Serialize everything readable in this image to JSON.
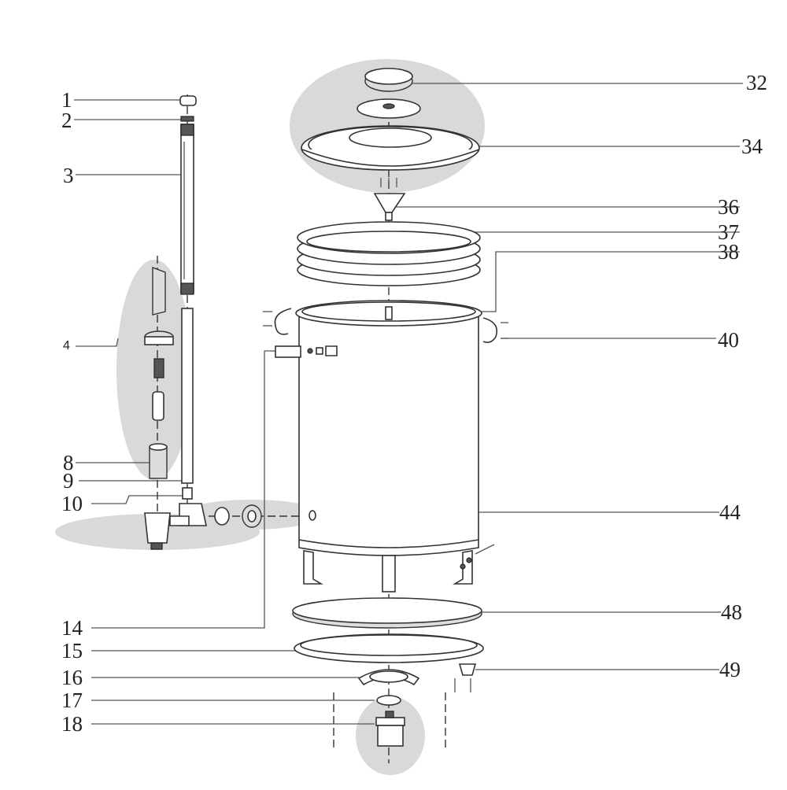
{
  "callouts": [
    {
      "id": "c1",
      "text": "1"
    },
    {
      "id": "c2",
      "text": "2"
    },
    {
      "id": "c3",
      "text": "3"
    },
    {
      "id": "c4",
      "text": "4"
    },
    {
      "id": "c8",
      "text": "8"
    },
    {
      "id": "c9",
      "text": "9"
    },
    {
      "id": "c10",
      "text": "10"
    },
    {
      "id": "c14",
      "text": "14"
    },
    {
      "id": "c15",
      "text": "15"
    },
    {
      "id": "c16",
      "text": "16"
    },
    {
      "id": "c17",
      "text": "17"
    },
    {
      "id": "c18",
      "text": "18"
    },
    {
      "id": "c32",
      "text": "32"
    },
    {
      "id": "c34",
      "text": "34"
    },
    {
      "id": "c36",
      "text": "36"
    },
    {
      "id": "c37",
      "text": "37"
    },
    {
      "id": "c38",
      "text": "38"
    },
    {
      "id": "c40",
      "text": "40"
    },
    {
      "id": "c44",
      "text": "44"
    },
    {
      "id": "c48",
      "text": "48"
    },
    {
      "id": "c49",
      "text": "49"
    }
  ]
}
